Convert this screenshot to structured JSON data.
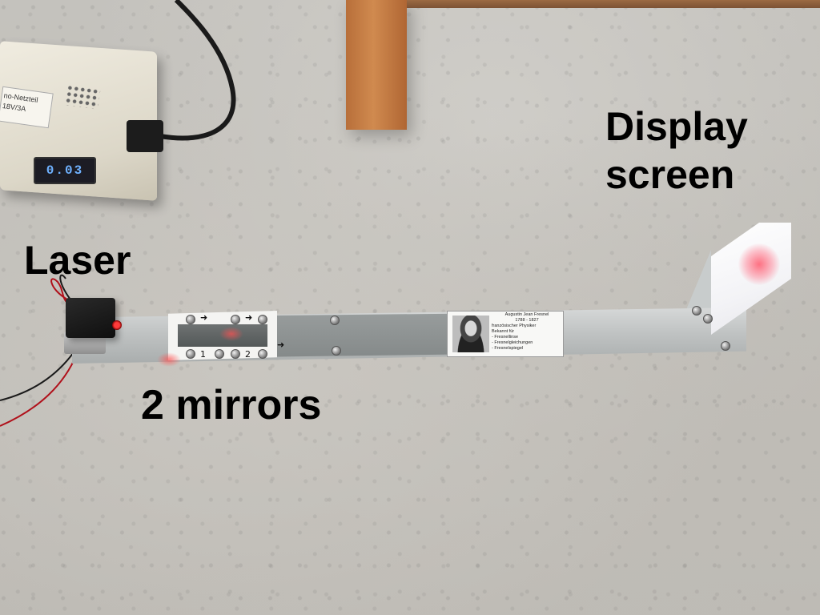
{
  "annotations": {
    "laser": "Laser",
    "mirrors": "2 mirrors",
    "display_line1": "Display",
    "display_line2": "screen"
  },
  "power_supply": {
    "label_lines": [
      "no-Netzteil",
      "18V/3A"
    ],
    "display_value": "0.03"
  },
  "mirror_marks": {
    "left_number": "1",
    "right_number": "2"
  },
  "info_card": {
    "name": "Augustin Jean Fresnel",
    "years": "1788 - 1827",
    "role": "französischer Physiker",
    "known_for": "Bekannt für",
    "items": [
      "- Fresnellinse",
      "- Fresnelgleichungen",
      "- Fresnelspiegel"
    ]
  },
  "colors": {
    "laser_red": "#ff3b3b",
    "spot_pink": "#ff5a6e",
    "psu_display_blue": "#6fb2ff",
    "annotation_text": "#000000"
  }
}
